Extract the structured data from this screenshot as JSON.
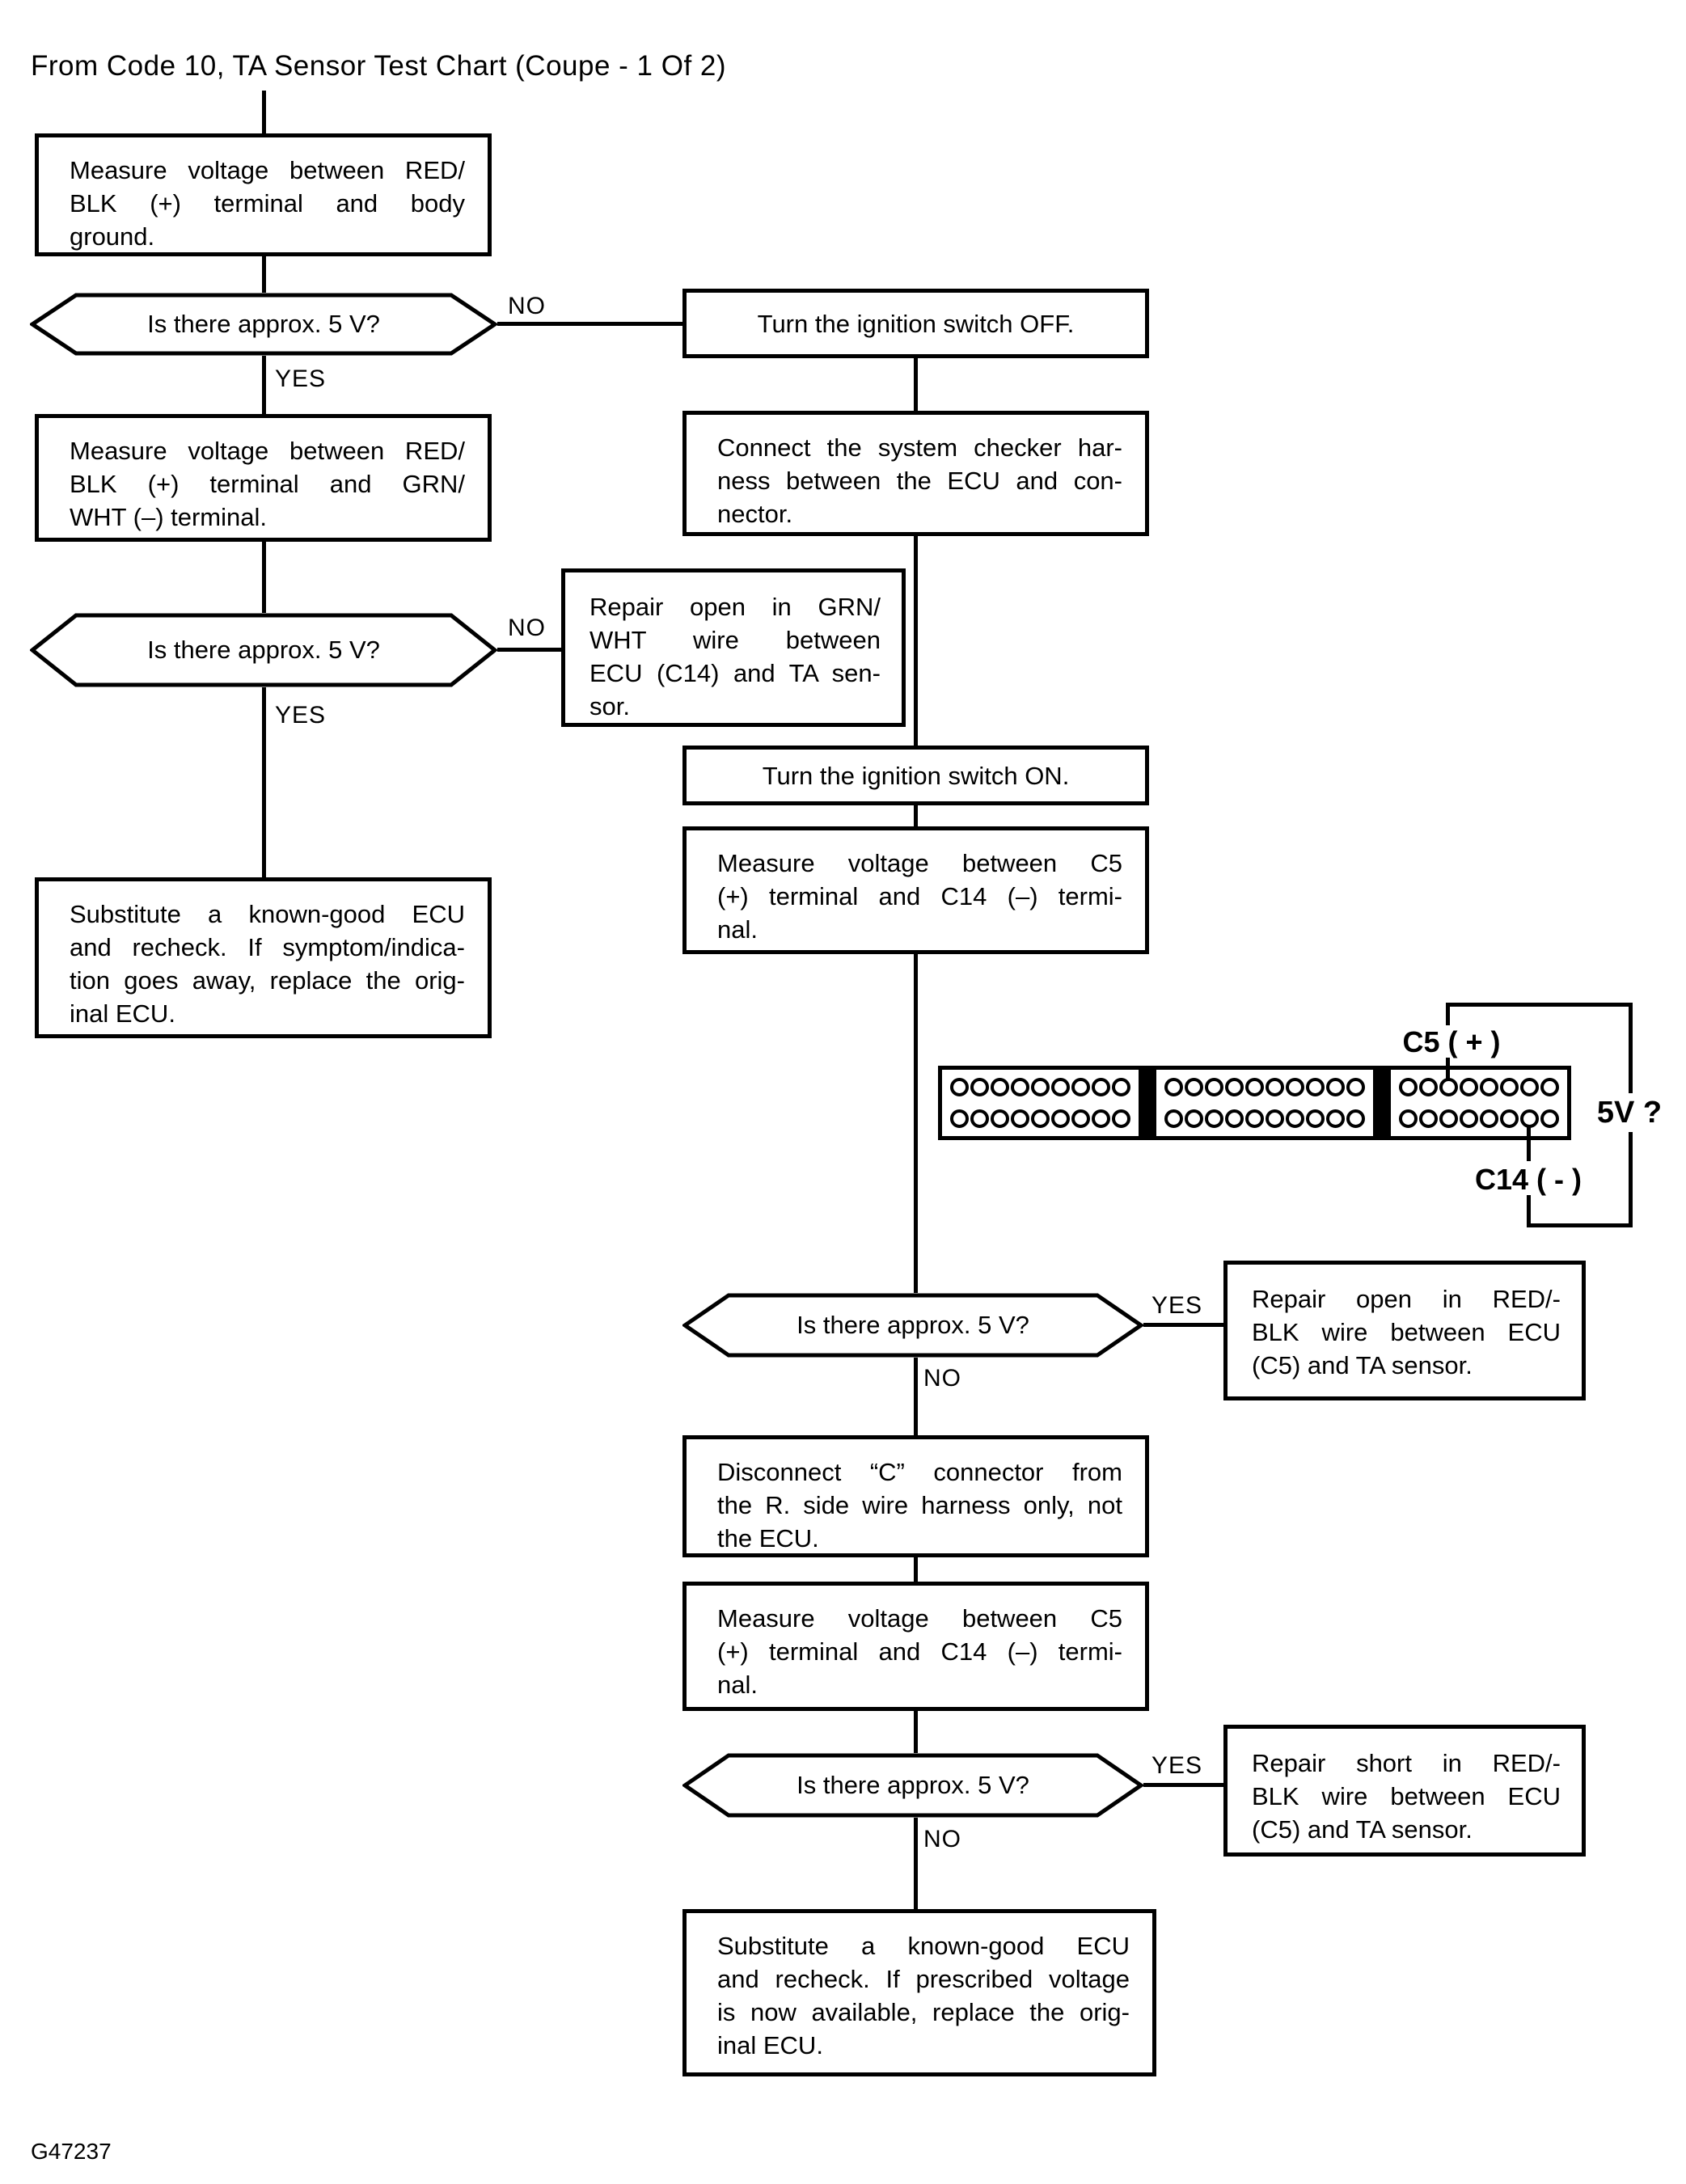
{
  "title": "From Code 10, TA Sensor Test Chart (Coupe - 1 Of 2)",
  "footer_code": "G47237",
  "labels": {
    "yes": "YES",
    "no": "NO"
  },
  "decision_question": "Is there approx. 5 V?",
  "steps": {
    "measure_body_ground": [
      "Measure voltage between RED/",
      "BLK (+) terminal and body",
      "ground."
    ],
    "ignition_off": "Turn the ignition switch OFF.",
    "measure_grn_wht": [
      "Measure voltage between RED/",
      "BLK (+) terminal and GRN/",
      "WHT (–) terminal."
    ],
    "connect_checker": [
      "Connect the system checker har-",
      "ness between the ECU and con-",
      "nector."
    ],
    "repair_open_grn_wht": [
      "Repair open in GRN/",
      "WHT wire between",
      "ECU (C14) and TA sen-",
      "sor."
    ],
    "ignition_on": "Turn the ignition switch ON.",
    "measure_c5_c14_first": [
      "Measure voltage between C5",
      "(+) terminal and C14 (–) termi-",
      "nal."
    ],
    "substitute_ecu_symptom": [
      "Substitute a known-good ECU",
      "and recheck. If symptom/indica-",
      "tion goes away, replace the orig-",
      "inal ECU."
    ],
    "repair_open_red_blk": [
      "Repair open in RED/-",
      "BLK wire between ECU",
      "(C5) and TA sensor."
    ],
    "disconnect_c_connector": [
      "Disconnect “C” connector from",
      "the R. side wire harness only, not",
      "the ECU."
    ],
    "measure_c5_c14_second": [
      "Measure voltage between C5",
      "(+) terminal and C14 (–) termi-",
      "nal."
    ],
    "repair_short_red_blk": [
      "Repair short in RED/-",
      "BLK wire between ECU",
      "(C5) and TA sensor."
    ],
    "substitute_ecu_voltage": [
      "Substitute a known-good ECU",
      "and recheck. If prescribed voltage",
      "is now available, replace the orig-",
      "inal ECU."
    ]
  },
  "connector": {
    "pin_rows": 2,
    "blocks": [
      9,
      10,
      8
    ],
    "c5_label": "C5 ( + )",
    "c14_label": "C14 ( - )",
    "check_label": "5V ?"
  }
}
